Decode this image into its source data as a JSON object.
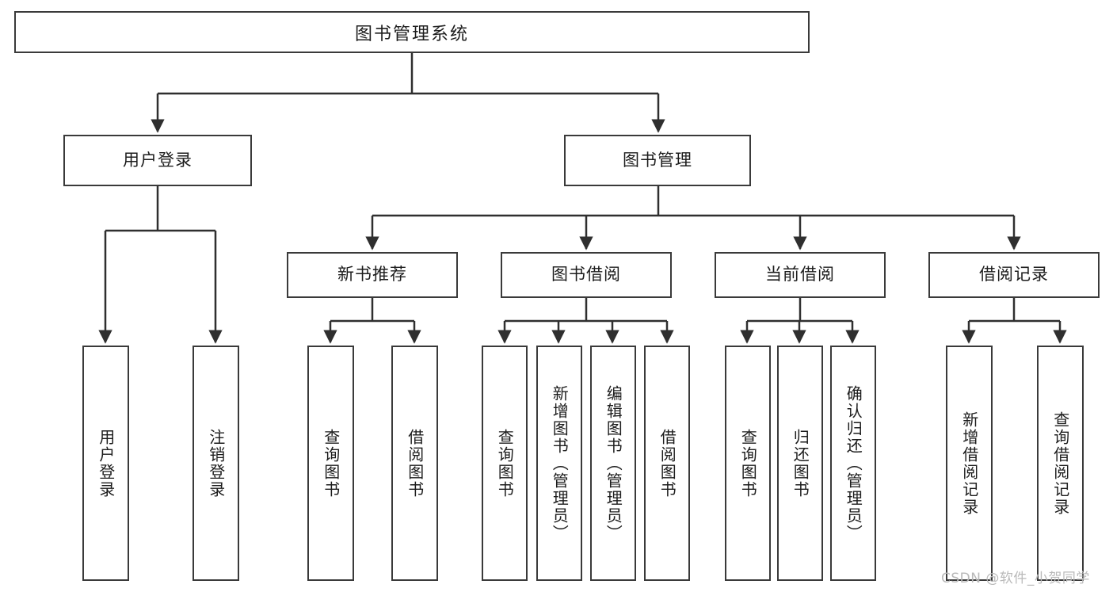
{
  "diagram": {
    "title": "图书管理系统",
    "type": "tree-hierarchy-diagram",
    "root": {
      "label": "图书管理系统"
    },
    "level2": [
      {
        "label": "用户登录"
      },
      {
        "label": "图书管理"
      }
    ],
    "level3": [
      {
        "label": "新书推荐"
      },
      {
        "label": "图书借阅"
      },
      {
        "label": "当前借阅"
      },
      {
        "label": "借阅记录"
      }
    ],
    "leaves": {
      "user_login": [
        {
          "label": "用户登录"
        },
        {
          "label": "注销登录"
        }
      ],
      "new_book_recommend": [
        {
          "label": "查询图书"
        },
        {
          "label": "借阅图书"
        }
      ],
      "book_borrow": [
        {
          "label": "查询图书"
        },
        {
          "label": "新增图书（管理员）"
        },
        {
          "label": "编辑图书（管理员）"
        },
        {
          "label": "借阅图书"
        }
      ],
      "current_borrow": [
        {
          "label": "查询图书"
        },
        {
          "label": "归还图书"
        },
        {
          "label": "确认归还（管理员）"
        }
      ],
      "borrow_record": [
        {
          "label": "新增借阅记录"
        },
        {
          "label": "查询借阅记录"
        }
      ]
    }
  },
  "watermark": {
    "text": "CSDN @软件_小贺同学"
  },
  "colors": {
    "box_border": "#3a3a3a",
    "box_fill": "#ffffff",
    "connector": "#2f2f2f",
    "text": "#1c1c1c",
    "watermark": "#b9b9b9"
  }
}
